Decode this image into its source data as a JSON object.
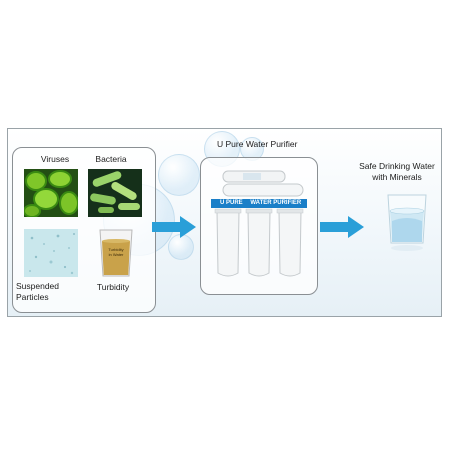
{
  "contaminants": {
    "viruses": "Viruses",
    "bacteria": "Bacteria",
    "suspended_particles": [
      "Suspended",
      "Particles"
    ],
    "turbidity": "Turbidity",
    "glass_label": [
      "Turbidity",
      "in Water"
    ]
  },
  "purifier": {
    "title": "U Pure Water Purifier",
    "brand_mark": "U PURE",
    "brand_text": "WATER PURIFIER"
  },
  "output": {
    "label": [
      "Safe Drinking Water",
      "with Minerals"
    ]
  },
  "colors": {
    "arrow": "#2a9fd8",
    "panel_border": "#8a8f93",
    "frame_border": "#9aa3a8"
  }
}
